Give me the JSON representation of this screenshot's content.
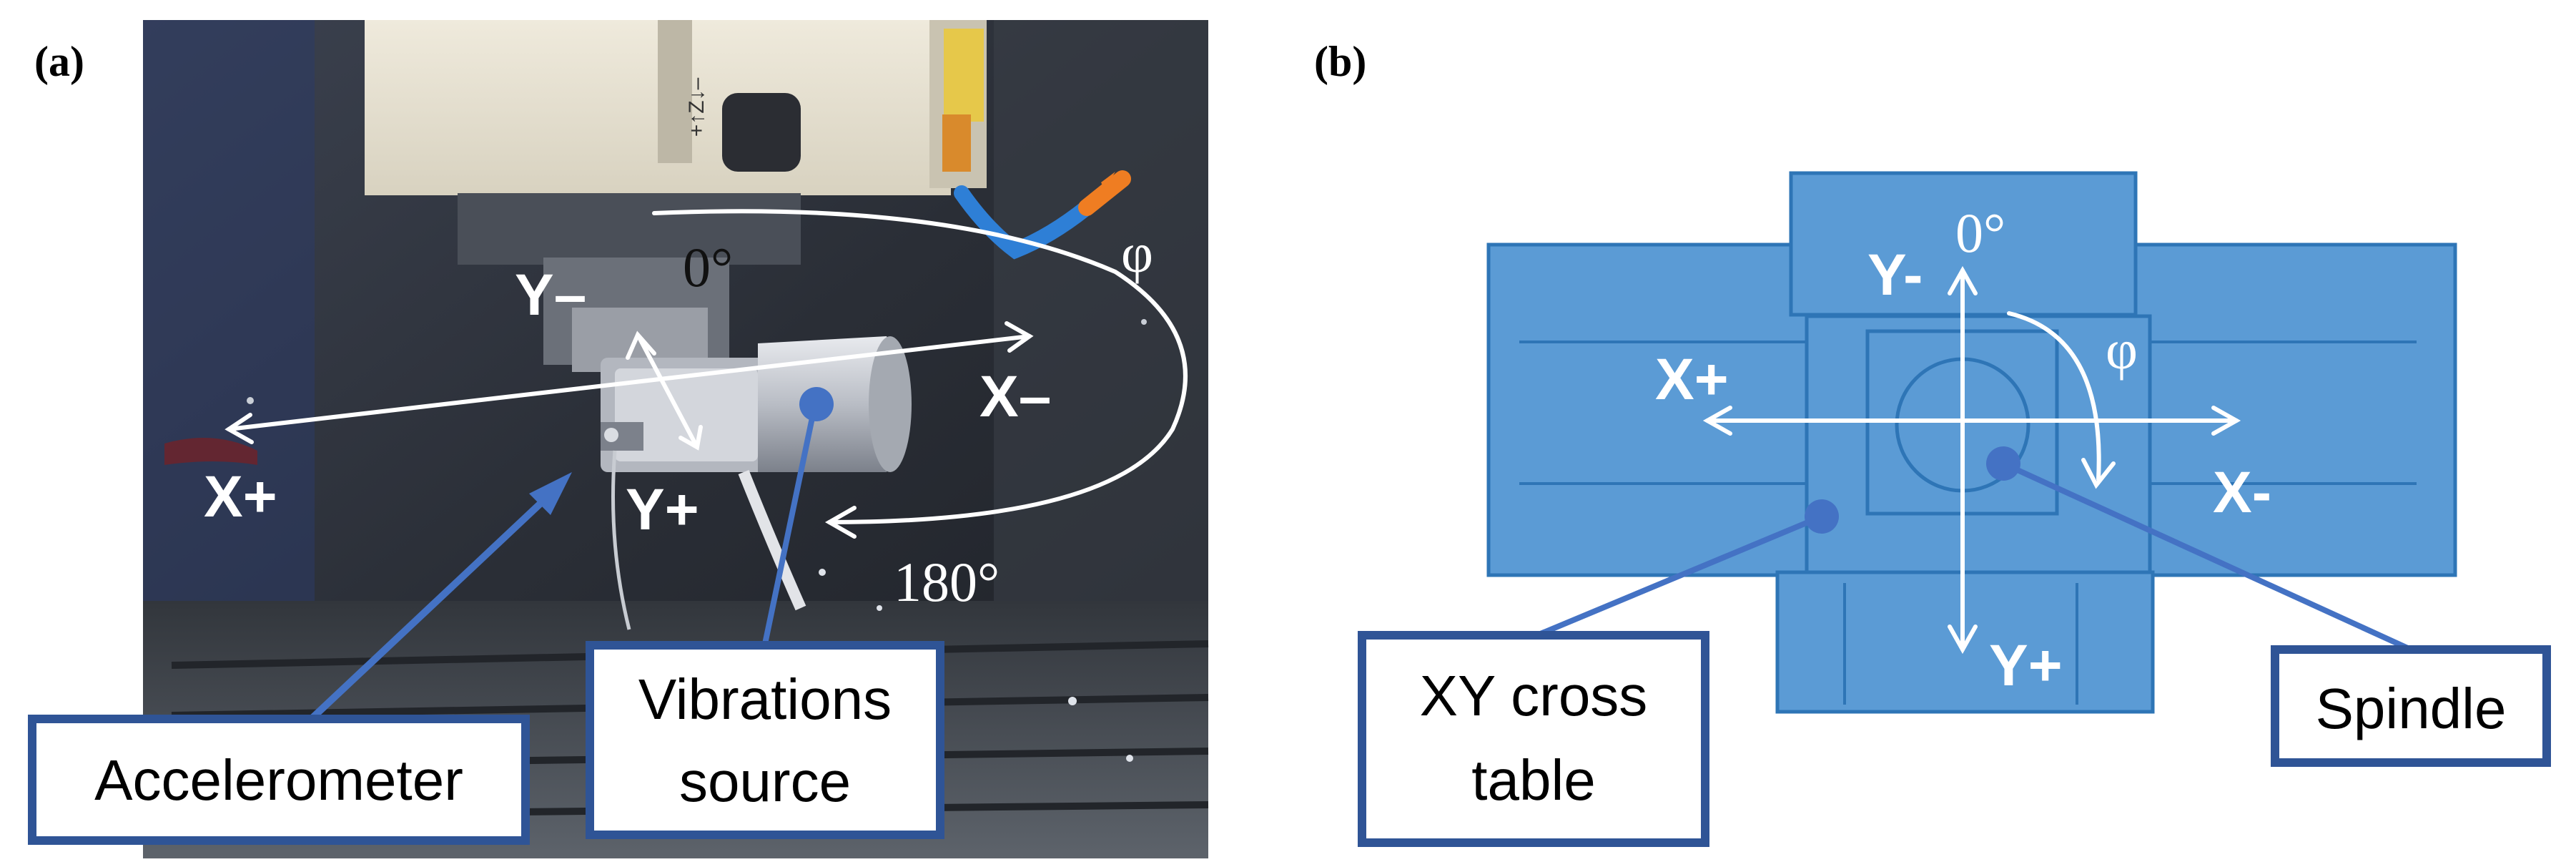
{
  "panels": {
    "a": {
      "label": "(a)",
      "axes": {
        "x_plus": "X+",
        "x_minus": "X–",
        "y_minus": "Y–",
        "y_plus": "Y+"
      },
      "angles": {
        "zero": "0°",
        "one_eighty": "180°",
        "phi": "φ"
      },
      "machine_plate_text": "+↑Z↓–",
      "callouts": {
        "accelerometer": "Accelerometer",
        "vibrations_line1": "Vibrations",
        "vibrations_line2": "source"
      }
    },
    "b": {
      "label": "(b)",
      "axes": {
        "x_plus": "X+",
        "x_minus": "X-",
        "y_minus": "Y-",
        "y_plus": "Y+"
      },
      "angles": {
        "zero": "0°",
        "phi": "φ"
      },
      "callouts": {
        "xy_line1": "XY cross",
        "xy_line2": "table",
        "spindle": "Spindle"
      }
    }
  },
  "colors": {
    "table_blue": "#5b9bd5",
    "table_edge": "#2e75b6",
    "callout_border": "#2f5496",
    "marker_blue": "#4472c4"
  }
}
